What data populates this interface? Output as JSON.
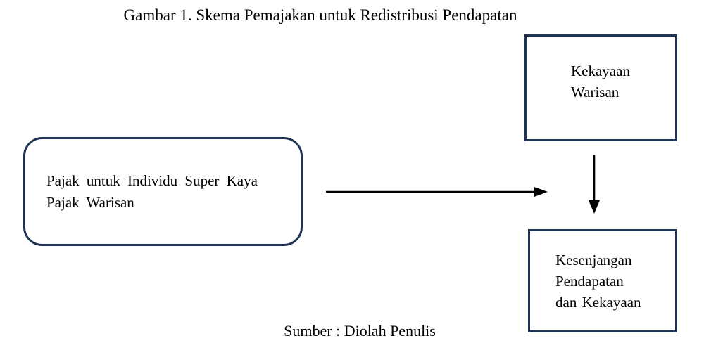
{
  "figure": {
    "title": "Gambar 1. Skema Pemajakan untuk Redistribusi Pendapatan",
    "source": "Sumber : Diolah Penulis",
    "colors": {
      "box_border": "#1f3454",
      "arrow": "#000000",
      "text": "#000000",
      "background": "#ffffff"
    },
    "boxes": {
      "pajak": {
        "lines": [
          "Pajak untuk Individu Super Kaya",
          "Pajak Warisan"
        ]
      },
      "kekayaan_warisan": {
        "lines": [
          "Kekayaan",
          "Warisan"
        ]
      },
      "kesenjangan": {
        "lines": [
          "Kesenjangan",
          "Pendapatan",
          "dan Kekayaan"
        ]
      }
    },
    "arrows": {
      "tax_to_gap": "right",
      "wealth_to_gap": "down"
    }
  }
}
